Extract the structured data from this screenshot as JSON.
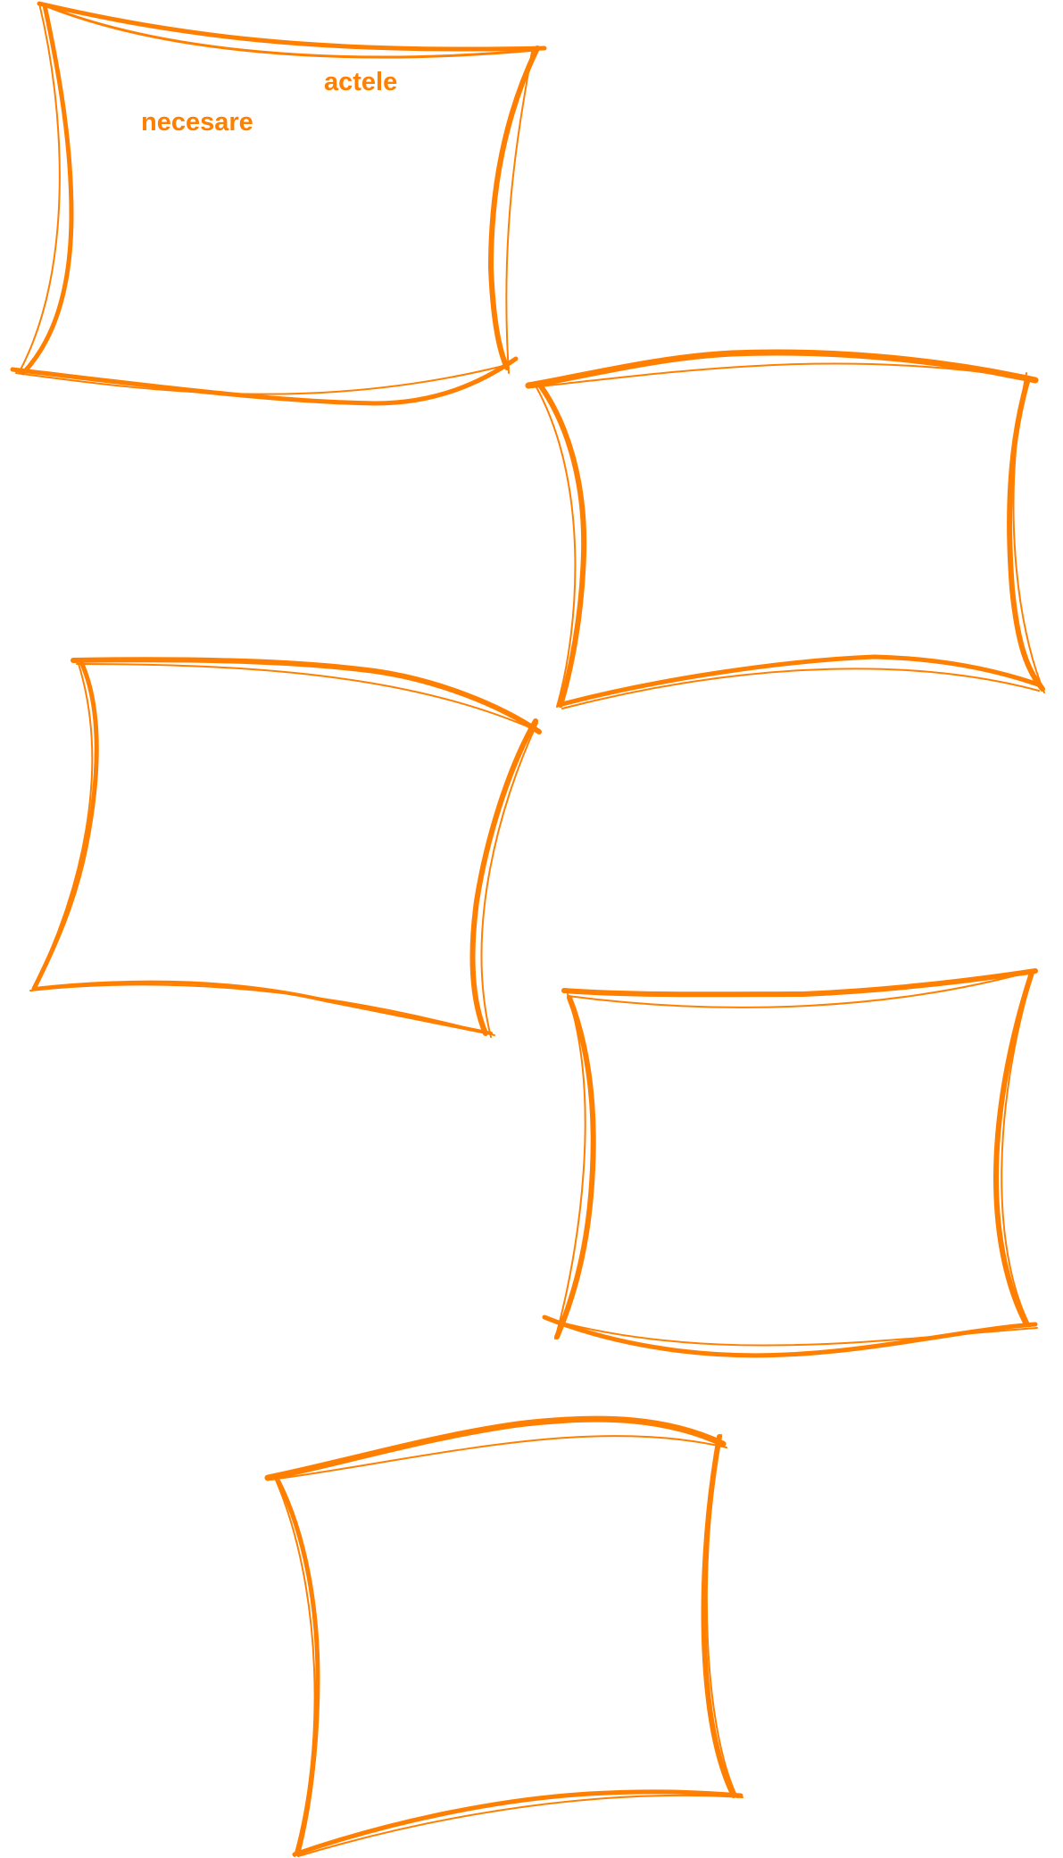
{
  "colors": {
    "stroke": "#FF7F00",
    "background": "#FFFFFF"
  },
  "frames": [
    {
      "id": "frame-1",
      "text_lines": [
        "actele",
        "necesare"
      ]
    },
    {
      "id": "frame-2",
      "text_lines": []
    },
    {
      "id": "frame-3",
      "text_lines": []
    },
    {
      "id": "frame-4",
      "text_lines": []
    },
    {
      "id": "frame-5",
      "text_lines": []
    }
  ]
}
